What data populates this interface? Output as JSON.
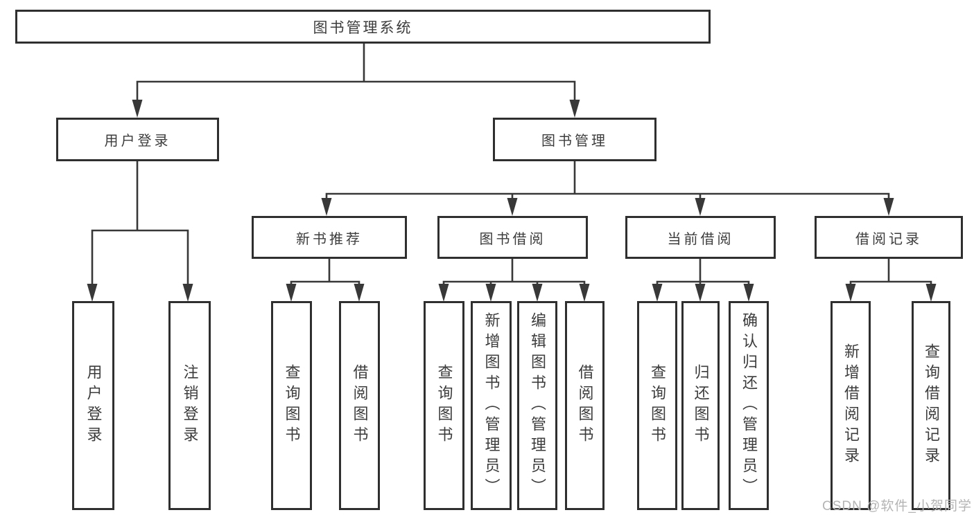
{
  "diagram_type": "hierarchy-tree",
  "tree": {
    "label": "图书管理系统",
    "children": [
      {
        "label": "用户登录",
        "children": [
          {
            "label": "用户登录"
          },
          {
            "label": "注销登录"
          }
        ]
      },
      {
        "label": "图书管理",
        "children": [
          {
            "label": "新书推荐",
            "children": [
              {
                "label": "查询图书"
              },
              {
                "label": "借阅图书"
              }
            ]
          },
          {
            "label": "图书借阅",
            "children": [
              {
                "label": "查询图书"
              },
              {
                "label": "新增图书（管理员）"
              },
              {
                "label": "编辑图书（管理员）"
              },
              {
                "label": "借阅图书"
              }
            ]
          },
          {
            "label": "当前借阅",
            "children": [
              {
                "label": "查询图书"
              },
              {
                "label": "归还图书"
              },
              {
                "label": "确认归还（管理员）"
              }
            ]
          },
          {
            "label": "借阅记录",
            "children": [
              {
                "label": "新增借阅记录"
              },
              {
                "label": "查询借阅记录"
              }
            ]
          }
        ]
      }
    ]
  },
  "watermark": {
    "text": "CSDN @软件_小贺同学"
  },
  "colors": {
    "background": "#ffffff",
    "line": "#383838",
    "box_border": "#2f2f2f",
    "text": "#3c3c3c",
    "watermark": "#b4b4b4"
  }
}
